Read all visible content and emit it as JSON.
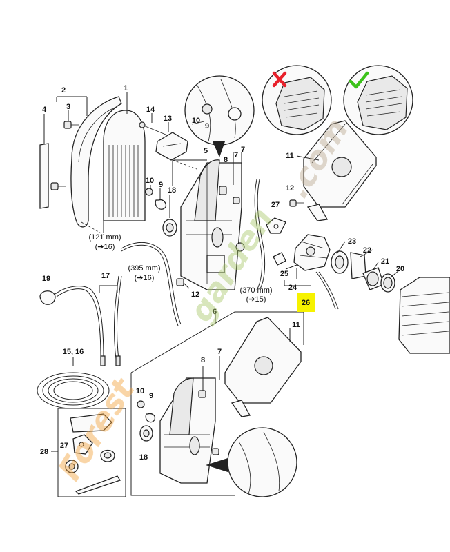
{
  "labels": {
    "p1": "1",
    "p2": "2",
    "p3": "3",
    "p4": "4",
    "p5": "5",
    "p6": "6",
    "p7a": "7",
    "p7b": "7",
    "p7c": "7",
    "p8a": "8",
    "p8b": "8",
    "p9a": "9",
    "p9b": "9",
    "p9c": "9",
    "p10a": "10",
    "p10b": "10",
    "p10c": "10",
    "p11a": "11",
    "p11b": "11",
    "p12a": "12",
    "p12b": "12",
    "p13": "13",
    "p14": "14",
    "p15_16": "15, 16",
    "p17": "17",
    "p18a": "18",
    "p18b": "18",
    "p19": "19",
    "p20": "20",
    "p21": "21",
    "p22": "22",
    "p23": "23",
    "p24": "24",
    "p25": "25",
    "p26": "26",
    "p27a": "27",
    "p27b": "27",
    "p28": "28"
  },
  "captions": {
    "c121_len": "(121 mm)",
    "c121_ref": "(➔16)",
    "c395_len": "(395 mm)",
    "c395_ref": "(➔16)",
    "c370_len": "(370 mm)",
    "c370_ref": "(➔15)"
  },
  "watermark": {
    "part1": "Forest",
    "part2": "garden",
    "part3": ".com"
  },
  "colors": {
    "highlight": "#f6f200",
    "wrong_mark": "#e8202a",
    "right_mark": "#3cc21a",
    "watermark_orange": "#f2a23a",
    "watermark_green": "#a7c86a",
    "watermark_brown": "#b9a98f"
  },
  "icons": {
    "wrong": "cross-icon",
    "right": "check-icon"
  }
}
